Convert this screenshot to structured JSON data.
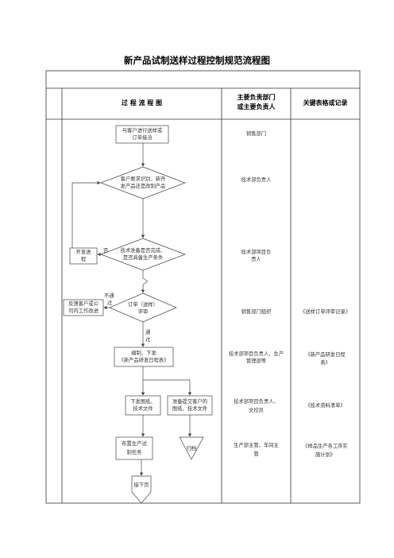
{
  "title": "新产品试制送样过程控制规范流程图",
  "headers": {
    "flow": "过 程 流 程 图",
    "dept_line1": "主要负责部门",
    "dept_line2": "或主要负责人",
    "records": "关键表格或记录"
  },
  "flow": {
    "step1_l1": "与客户进行送样或",
    "step1_l2": "订单接洽",
    "step2_l1": "客户要求识别，新开",
    "step2_l2": "发产品还是改制产品",
    "step3_l1": "技术准备是否完成、",
    "step3_l2": "是否具备生产条件",
    "dev_l1": "开发进",
    "dev_l2": "程",
    "no_label": "否",
    "step4_l1": "订单（送样）",
    "step4_l2": "评审",
    "fail_l1": "不通",
    "fail_l2": "过",
    "feedback_l1": "反馈客户或公",
    "feedback_l2": "司内工作改进",
    "pass_l1": "通",
    "pass_l2": "过",
    "step5_l1": "编制、下发",
    "step5_l2": "《新产品研发日程表》",
    "step6a_l1": "下发图纸、",
    "step6a_l2": "技术文件",
    "step6b_l1": "准备提交客户的",
    "step6b_l2": "图纸、技术文件",
    "step7_l1": "布置生产试",
    "step7_l2": "制任务",
    "archive": "归档",
    "next_page": "接下页"
  },
  "departments": [
    {
      "l1": "销售部门",
      "l2": ""
    },
    {
      "l1": "技术部负责人",
      "l2": ""
    },
    {
      "l1": "技术部项目负",
      "l2": "责人"
    },
    {
      "l1": "销售部门组织",
      "l2": ""
    },
    {
      "l1": "技术部项目负责人、生产",
      "l2": "管理部等"
    },
    {
      "l1": "技术部项目负责人、",
      "l2": "文控员"
    },
    {
      "l1": "生产部主管、车间主",
      "l2": "管"
    }
  ],
  "records": [
    {
      "l1": "《送样订单评审记录》",
      "l2": ""
    },
    {
      "l1": "《新产品研发日程",
      "l2": "表》"
    },
    {
      "l1": "《技术资料清单》",
      "l2": ""
    },
    {
      "l1": "《样品生产各工序实",
      "l2": "施计划》"
    }
  ]
}
